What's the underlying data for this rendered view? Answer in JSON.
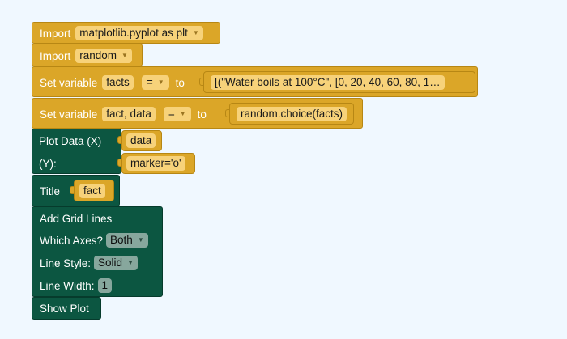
{
  "blocks": {
    "import1": {
      "keyword": "Import",
      "module": "matplotlib.pyplot as plt"
    },
    "import2": {
      "keyword": "Import",
      "module": "random"
    },
    "setvar1": {
      "label": "Set variable",
      "name": "facts",
      "op": "=",
      "to": "to",
      "value": "[(\"Water boils at 100°C\", [0, 20, 40, 60, 80, 1…"
    },
    "setvar2": {
      "label": "Set variable",
      "name": "fact, data",
      "op": "=",
      "to": "to",
      "value": "random.choice(facts)"
    },
    "plot": {
      "label_x": "Plot Data (X)",
      "x_value": "data",
      "label_y": "(Y):",
      "y_value": "marker='o'"
    },
    "title": {
      "label": "Title",
      "value": "fact"
    },
    "grid": {
      "label": "Add Grid Lines",
      "axes_label": "Which Axes?",
      "axes_value": "Both",
      "style_label": "Line Style:",
      "style_value": "Solid",
      "width_label": "Line Width:",
      "width_value": "1"
    },
    "show": {
      "label": "Show Plot"
    }
  },
  "colors": {
    "python_block": "#dba628",
    "plot_block": "#0c5641",
    "background": "#f0f8ff"
  }
}
